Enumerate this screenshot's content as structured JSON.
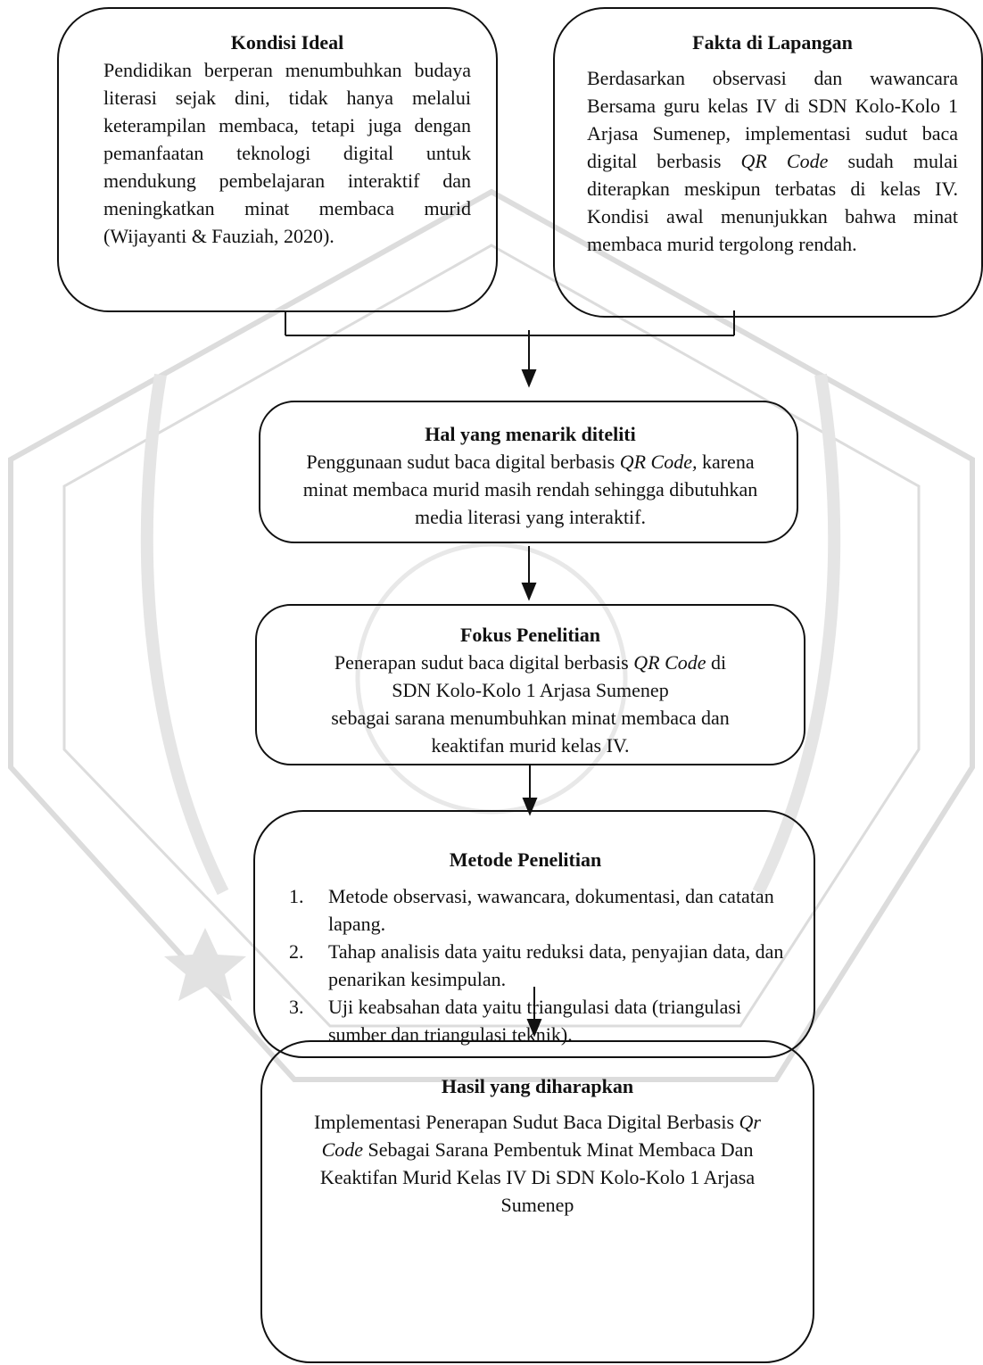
{
  "kondisi_ideal": {
    "title": "Kondisi Ideal",
    "text": "Pendidikan berperan menumbuhkan budaya literasi sejak dini, tidak hanya melalui keterampilan membaca, tetapi juga dengan pemanfaatan teknologi digital untuk mendukung pembelajaran interaktif dan meningkatkan minat membaca murid (Wijayanti & Fauziah, 2020)."
  },
  "fakta_lapangan": {
    "title": "Fakta di Lapangan",
    "text_1": "Berdasarkan observasi dan wawancara Bersama guru kelas IV di SDN Kolo-Kolo 1 Arjasa Sumenep, implementasi sudut baca digital berbasis ",
    "text_em": "QR Code",
    "text_2": " sudah mulai diterapkan meskipun terbatas di kelas IV. Kondisi awal menunjukkan bahwa minat membaca murid tergolong rendah."
  },
  "hal_menarik": {
    "title": "Hal yang menarik diteliti",
    "text_1": "Penggunaan sudut baca digital berbasis ",
    "text_em": "QR Code,",
    "text_2": " karena minat membaca murid masih rendah sehingga dibutuhkan media literasi yang interaktif."
  },
  "fokus": {
    "title": "Fokus Penelitian",
    "line1_a": "Penerapan sudut baca digital berbasis ",
    "line1_em": "QR Code",
    "line1_b": " di",
    "line2": "SDN Kolo-Kolo 1 Arjasa Sumenep",
    "line3": "sebagai sarana menumbuhkan minat membaca dan keaktifan murid kelas IV."
  },
  "metode": {
    "title": "Metode Penelitian",
    "items": [
      {
        "num": "1.",
        "text": "Metode observasi, wawancara, dokumentasi, dan catatan lapang."
      },
      {
        "num": "2.",
        "text": "Tahap analisis data yaitu reduksi data, penyajian data, dan penarikan kesimpulan."
      },
      {
        "num": "3.",
        "text": "Uji keabsahan data yaitu triangulasi data (triangulasi sumber dan triangulasi teknik)."
      }
    ]
  },
  "hasil": {
    "title": "Hasil yang diharapkan",
    "text_1": "Implementasi Penerapan Sudut Baca Digital Berbasis ",
    "text_em": "Qr Code",
    "text_2": " Sebagai Sarana Pembentuk Minat Membaca Dan Keaktifan Murid Kelas IV Di SDN Kolo-Kolo 1 Arjasa Sumenep"
  }
}
